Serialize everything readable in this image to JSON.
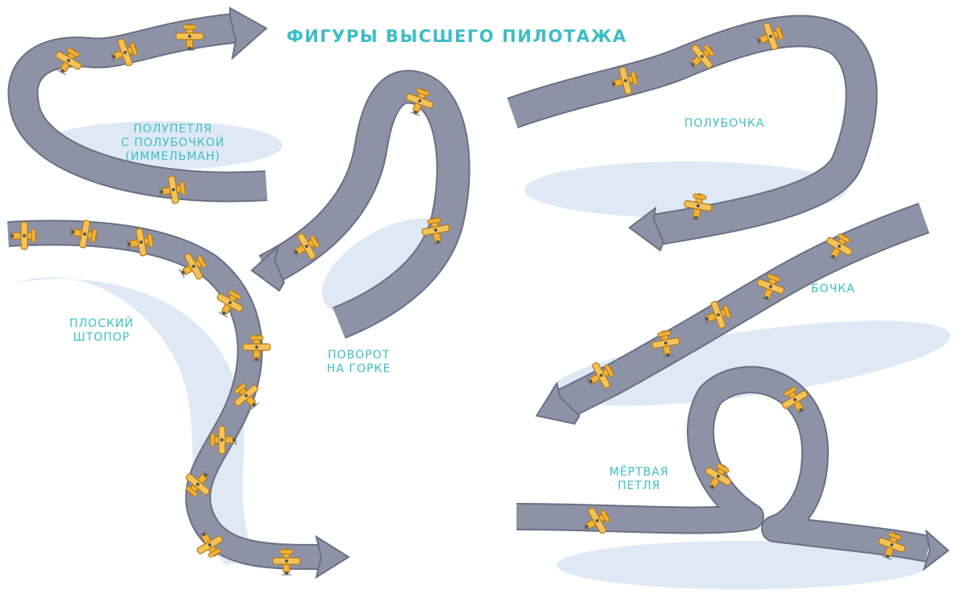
{
  "title": {
    "part1": "ФИГУРЫ ВЫСШЕГО",
    "part2": "ПИЛОТАЖА"
  },
  "figures": {
    "immelmann": {
      "line1": "ПОЛУПЕТЛЯ",
      "line2": "С ПОЛУБОЧКОЙ",
      "line3": "(ИММЕЛЬМАН)"
    },
    "flat_spin": {
      "line1": "ПЛОСКИЙ",
      "line2": "ШТОПОР"
    },
    "hammerhead": {
      "line1": "ПОВОРОТ",
      "line2": "НА ГОРКЕ"
    },
    "half_roll": {
      "line1": "ПОЛУБОЧКА"
    },
    "roll": {
      "line1": "БОЧКА"
    },
    "loop": {
      "line1": "МЁРТВАЯ",
      "line2": "ПЕТЛЯ"
    }
  },
  "colors": {
    "ribbon": "#8e92a6",
    "plane": "#f0b23a",
    "label": "#3dbdc6",
    "shadow": "#d6e3f3"
  },
  "icons": [
    "biplane-icon",
    "arrow-icon"
  ]
}
